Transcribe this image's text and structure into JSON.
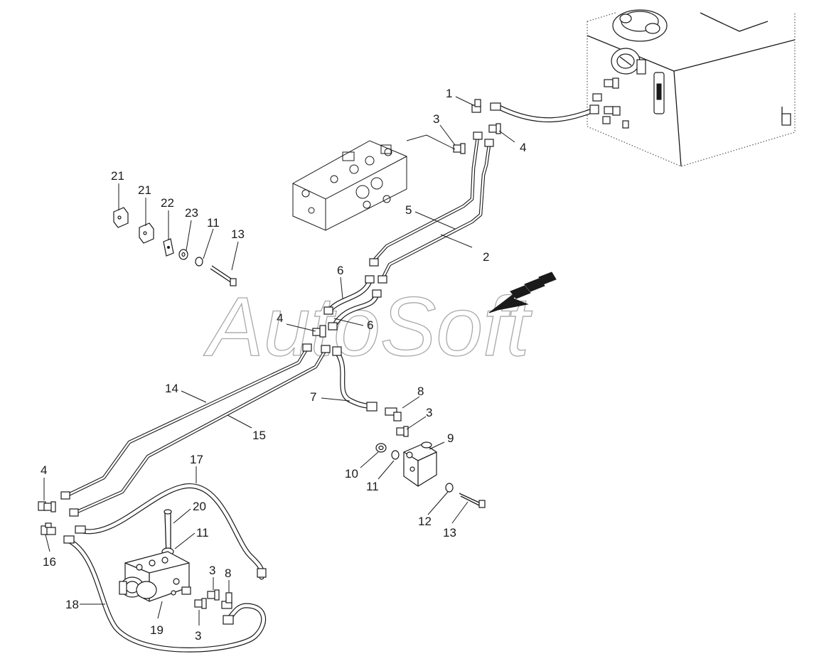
{
  "watermark": {
    "text": "AutoSoft"
  },
  "callouts": [
    {
      "id": "c1",
      "label": "1"
    },
    {
      "id": "c3a",
      "label": "3"
    },
    {
      "id": "c4a",
      "label": "4"
    },
    {
      "id": "c5",
      "label": "5"
    },
    {
      "id": "c2",
      "label": "2"
    },
    {
      "id": "c21a",
      "label": "21"
    },
    {
      "id": "c21b",
      "label": "21"
    },
    {
      "id": "c22",
      "label": "22"
    },
    {
      "id": "c23",
      "label": "23"
    },
    {
      "id": "c11a",
      "label": "11"
    },
    {
      "id": "c13a",
      "label": "13"
    },
    {
      "id": "c6a",
      "label": "6"
    },
    {
      "id": "c6b",
      "label": "6"
    },
    {
      "id": "c4b",
      "label": "4"
    },
    {
      "id": "c14",
      "label": "14"
    },
    {
      "id": "c15",
      "label": "15"
    },
    {
      "id": "c7",
      "label": "7"
    },
    {
      "id": "c8a",
      "label": "8"
    },
    {
      "id": "c3b",
      "label": "3"
    },
    {
      "id": "c9",
      "label": "9"
    },
    {
      "id": "c10",
      "label": "10"
    },
    {
      "id": "c11b",
      "label": "11"
    },
    {
      "id": "c12",
      "label": "12"
    },
    {
      "id": "c13b",
      "label": "13"
    },
    {
      "id": "c4c",
      "label": "4"
    },
    {
      "id": "c16",
      "label": "16"
    },
    {
      "id": "c17",
      "label": "17"
    },
    {
      "id": "c20",
      "label": "20"
    },
    {
      "id": "c11c",
      "label": "11"
    },
    {
      "id": "c3c",
      "label": "3"
    },
    {
      "id": "c8b",
      "label": "8"
    },
    {
      "id": "c18",
      "label": "18"
    },
    {
      "id": "c19",
      "label": "19"
    },
    {
      "id": "c3d",
      "label": "3"
    }
  ]
}
